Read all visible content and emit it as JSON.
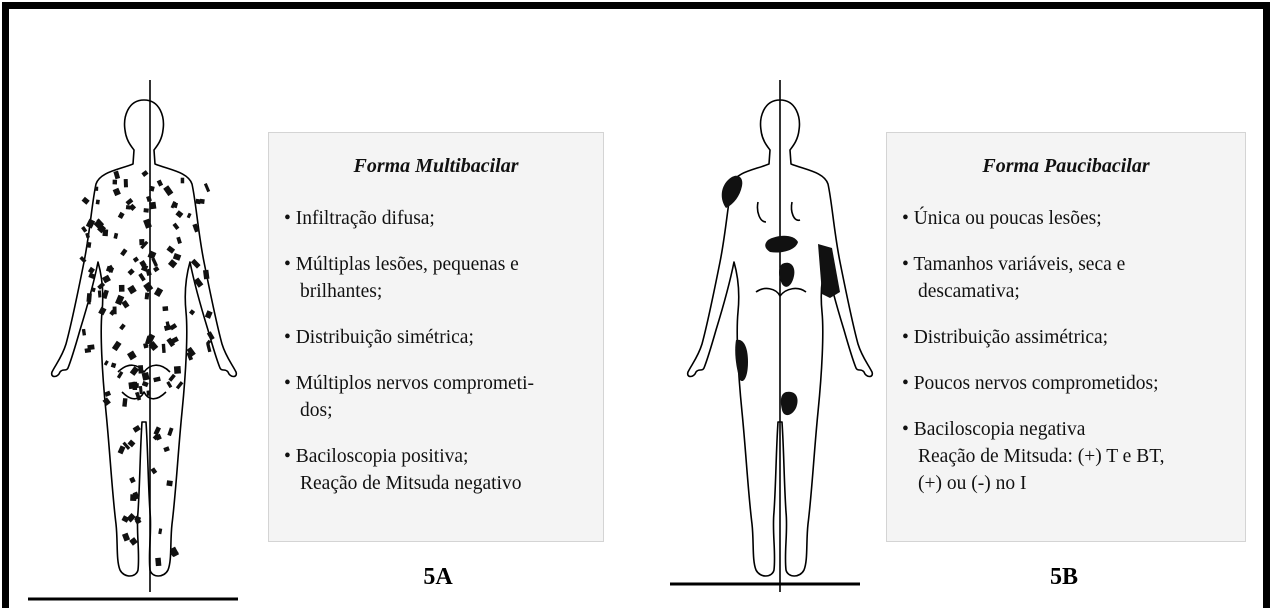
{
  "panel_a": {
    "title": "Forma Multibacilar",
    "items": [
      {
        "lines": [
          "• Infiltração difusa;"
        ]
      },
      {
        "lines": [
          "• Múltiplas lesões, pequenas e",
          "brilhantes;"
        ]
      },
      {
        "lines": [
          "• Distribuição simétrica;"
        ]
      },
      {
        "lines": [
          "• Múltiplos nervos comprometi-",
          "dos;"
        ]
      },
      {
        "lines": [
          "• Baciloscopia positiva;",
          "Reação de Mitsuda negativo"
        ]
      }
    ],
    "caption": "5A"
  },
  "panel_b": {
    "title": "Forma Paucibacilar",
    "items": [
      {
        "lines": [
          "• Única ou poucas lesões;"
        ]
      },
      {
        "lines": [
          "• Tamanhos variáveis, seca e",
          "descamativa;"
        ]
      },
      {
        "lines": [
          "• Distribuição assimétrica;"
        ]
      },
      {
        "lines": [
          "• Poucos nervos comprometidos;"
        ]
      },
      {
        "lines": [
          "• Baciloscopia negativa",
          "Reação de Mitsuda: (+) T e BT,",
          "(+) ou (-) no I"
        ]
      }
    ],
    "caption": "5B"
  },
  "colors": {
    "panel_bg": "#f4f4f4",
    "lesion": "#111111",
    "frame": "#000000"
  }
}
